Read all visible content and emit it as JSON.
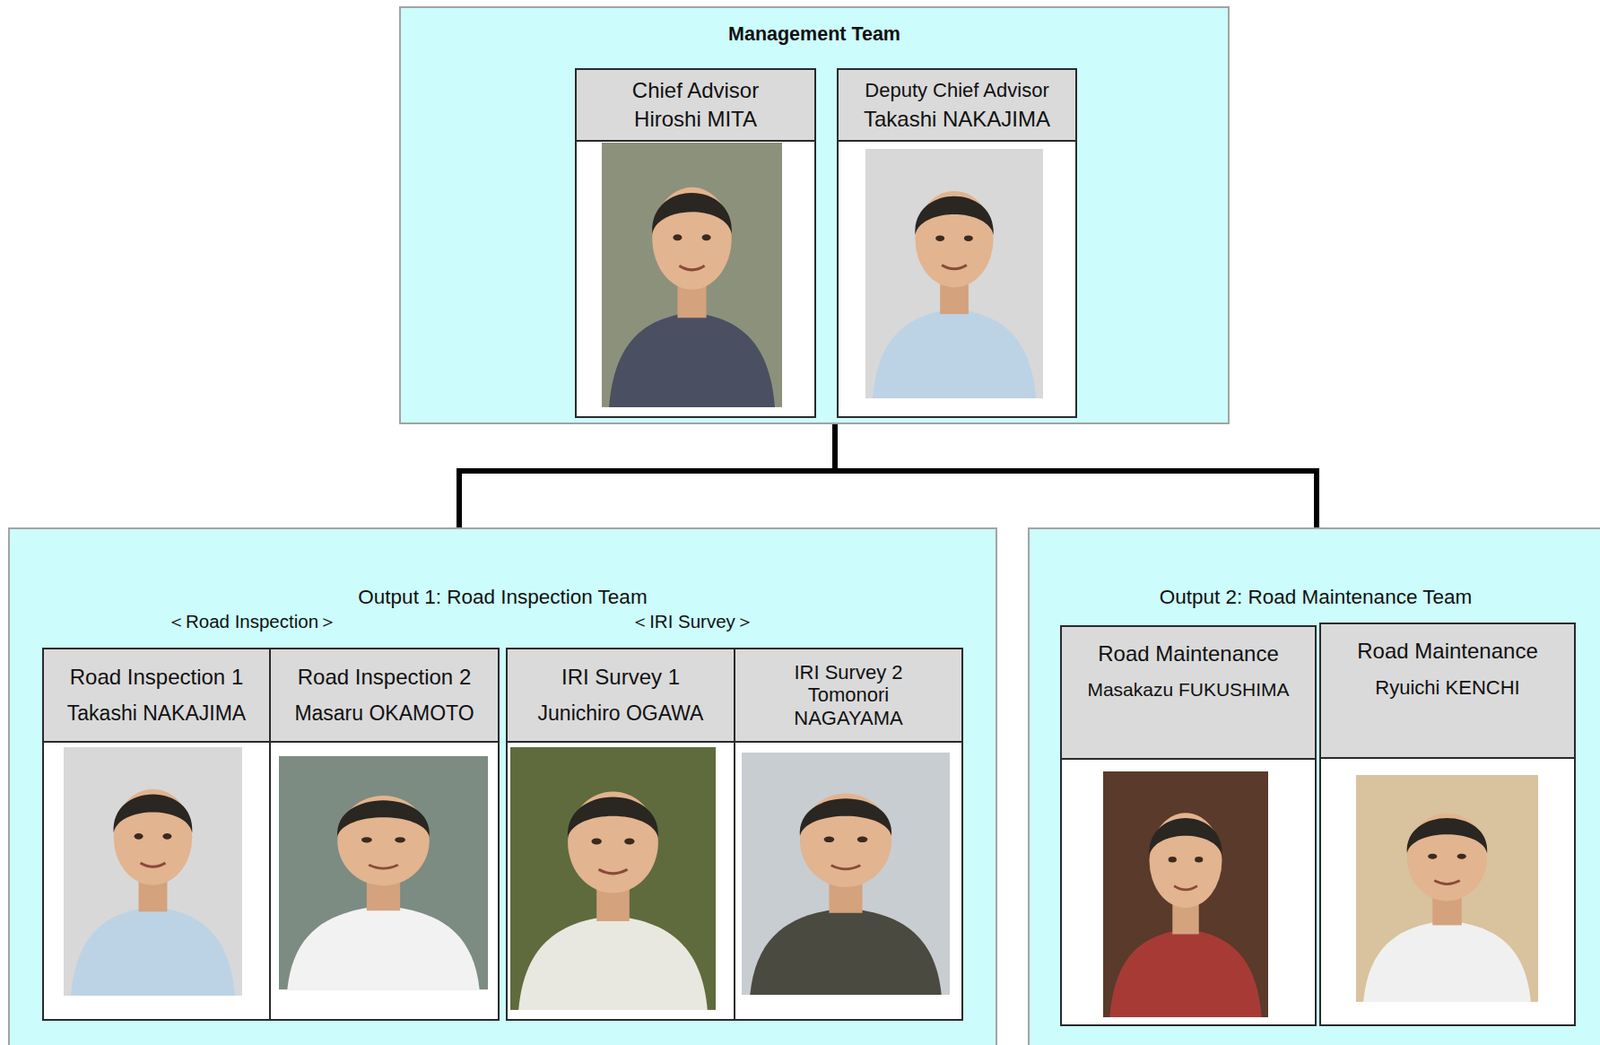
{
  "diagram": {
    "nodes": [
      {
        "text": [
          "Management Team"
        ]
      },
      {
        "text": [
          "Chief Advisor",
          "Hiroshi MITA"
        ],
        "in": 0
      },
      {
        "text": [
          "Deputy Chief Advisor",
          "Takashi NAKAJIMA"
        ],
        "in": 0
      },
      {
        "text": [
          "Output 1: Road Inspection Team"
        ]
      },
      {
        "text": [
          "Road Inspection 1",
          "Takashi NAKAJIMA"
        ],
        "in": 3
      },
      {
        "text": [
          "Road Inspection 2",
          "Masaru OKAMOTO"
        ],
        "in": 3
      },
      {
        "text": [
          "IRI Survey 1",
          "Junichiro OGAWA"
        ],
        "in": 3
      },
      {
        "text": [
          "IRI Survey 2",
          "Tomonori NAGAYAMA"
        ],
        "in": 3
      },
      {
        "text": [
          "Output 2: Road Maintenance Team"
        ]
      },
      {
        "text": [
          "Road Maintenance",
          "Masakazu FUKUSHIMA"
        ],
        "in": 8
      },
      {
        "text": [
          "Road Maintenance",
          "Ryuichi KENCHI"
        ],
        "in": 8
      }
    ],
    "edges": [
      {
        "from": 0,
        "to": 3,
        "arrow": "none"
      },
      {
        "from": 0,
        "to": 8,
        "arrow": "none"
      }
    ],
    "labels": [
      "＜Road Inspection＞",
      "＜IRI Survey＞"
    ]
  }
}
